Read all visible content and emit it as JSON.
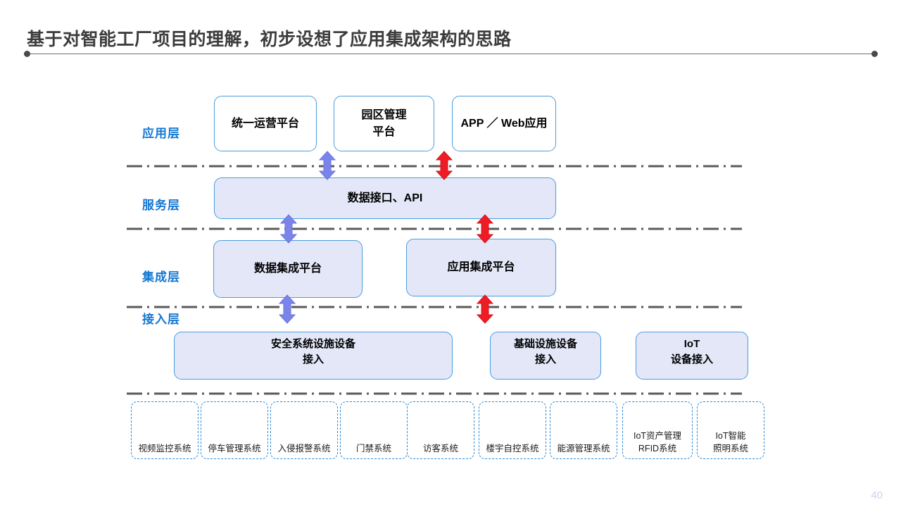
{
  "slide": {
    "title": "基于对智能工厂项目的理解，初步设想了应用集成架构的思路",
    "page_number": "40",
    "accent_color": "#1577d2",
    "box_border_color": "#4a9ddc",
    "box_fill_color": "#e3e7f8",
    "arrow_blue_color": "#7b84e8",
    "arrow_red_color": "#ee1c25",
    "divider_color": "#5a5a5a"
  },
  "layers": [
    {
      "label": "应用层"
    },
    {
      "label": "服务层"
    },
    {
      "label": "集成层"
    },
    {
      "label": "接入层"
    }
  ],
  "application_layer": {
    "boxes": [
      {
        "label": "统一运营平台"
      },
      {
        "label_line1": "园区管理",
        "label_line2": "平台"
      },
      {
        "label": "APP ／ Web应用"
      }
    ]
  },
  "service_layer": {
    "boxes": [
      {
        "label": "数据接口、API"
      }
    ]
  },
  "integration_layer": {
    "boxes": [
      {
        "label": "数据集成平台"
      },
      {
        "label": "应用集成平台"
      }
    ]
  },
  "access_layer": {
    "boxes": [
      {
        "label_line1": "安全系统设施设备",
        "label_line2": "接入"
      },
      {
        "label_line1": "基础设施设备",
        "label_line2": "接入"
      },
      {
        "label_line1": "IoT",
        "label_line2": "设备接入"
      }
    ]
  },
  "subsystems": [
    {
      "label_line1": "视频监控系统",
      "label_line2": ""
    },
    {
      "label_line1": "停车管理系统",
      "label_line2": ""
    },
    {
      "label_line1": "入侵报警系统",
      "label_line2": ""
    },
    {
      "label_line1": "门禁系统",
      "label_line2": ""
    },
    {
      "label_line1": "访客系统",
      "label_line2": ""
    },
    {
      "label_line1": "楼宇自控系统",
      "label_line2": ""
    },
    {
      "label_line1": "能源管理系统",
      "label_line2": ""
    },
    {
      "label_line1": "IoT资产管理",
      "label_line2": "RFID系统"
    },
    {
      "label_line1": "IoT智能",
      "label_line2": "照明系统"
    }
  ],
  "connectors": [
    {
      "name": "app-to-service-left",
      "color": "blue"
    },
    {
      "name": "app-to-service-right",
      "color": "red"
    },
    {
      "name": "service-to-integration-left",
      "color": "blue"
    },
    {
      "name": "service-to-integration-right",
      "color": "red"
    },
    {
      "name": "integration-to-access-left",
      "color": "blue"
    },
    {
      "name": "integration-to-access-right",
      "color": "red"
    }
  ]
}
